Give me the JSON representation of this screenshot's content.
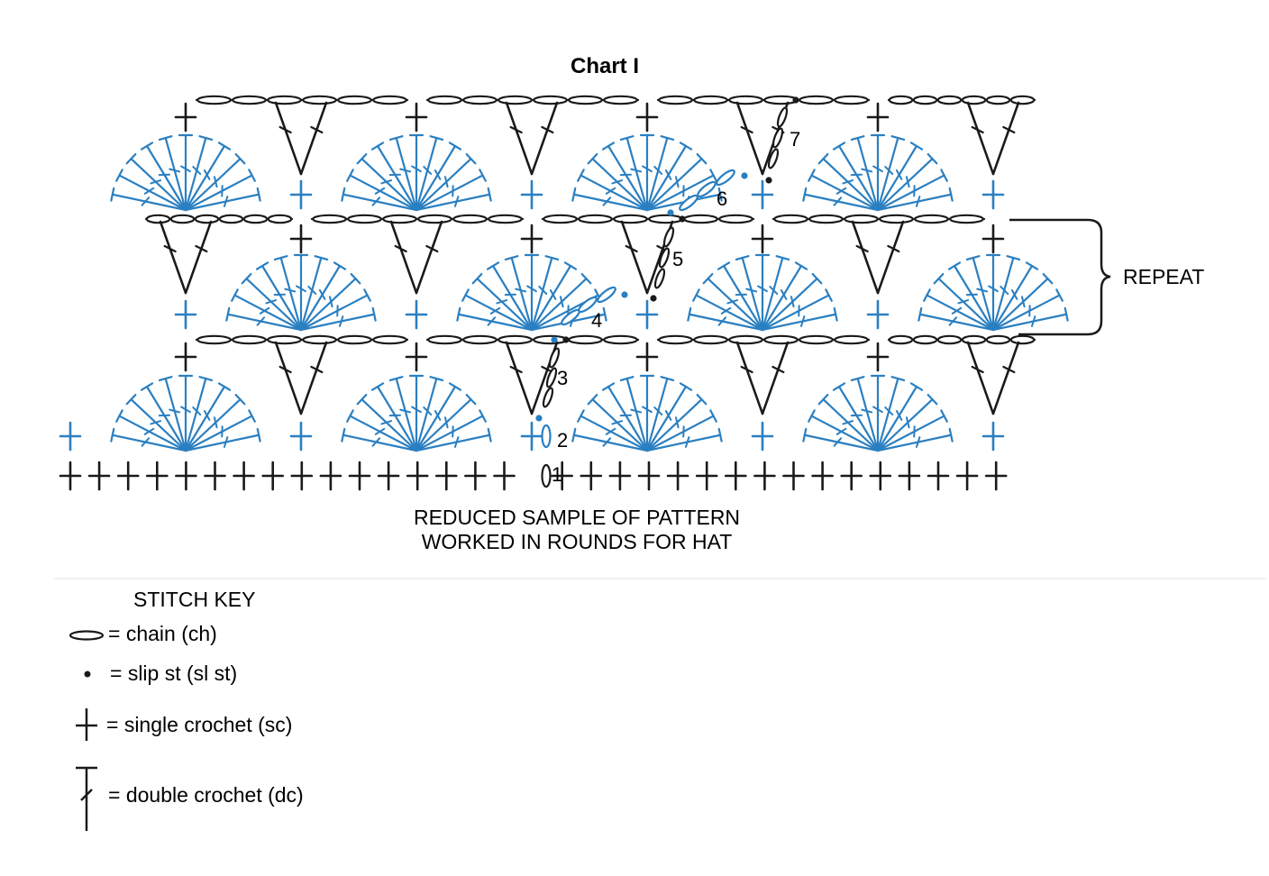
{
  "chart_title": "Chart I",
  "caption": [
    "REDUCED SAMPLE OF PATTERN",
    "WORKED IN ROUNDS FOR HAT"
  ],
  "repeat_label": "REPEAT",
  "round_numbers": [
    "1",
    "2",
    "3",
    "4",
    "5",
    "6",
    "7"
  ],
  "stitch_key": {
    "heading": "STITCH KEY",
    "items": [
      {
        "symbol": "chain-symbol",
        "label": "= chain (ch)"
      },
      {
        "symbol": "slip-stitch-symbol",
        "label": "= slip st (sl st)"
      },
      {
        "symbol": "single-crochet-symbol",
        "label": "= single crochet (sc)"
      },
      {
        "symbol": "double-crochet-symbol",
        "label": "= double crochet (dc)"
      }
    ]
  },
  "colors": {
    "ink": "#1a1a1a",
    "accent": "#2a7fc1",
    "divider": "#ececec"
  }
}
